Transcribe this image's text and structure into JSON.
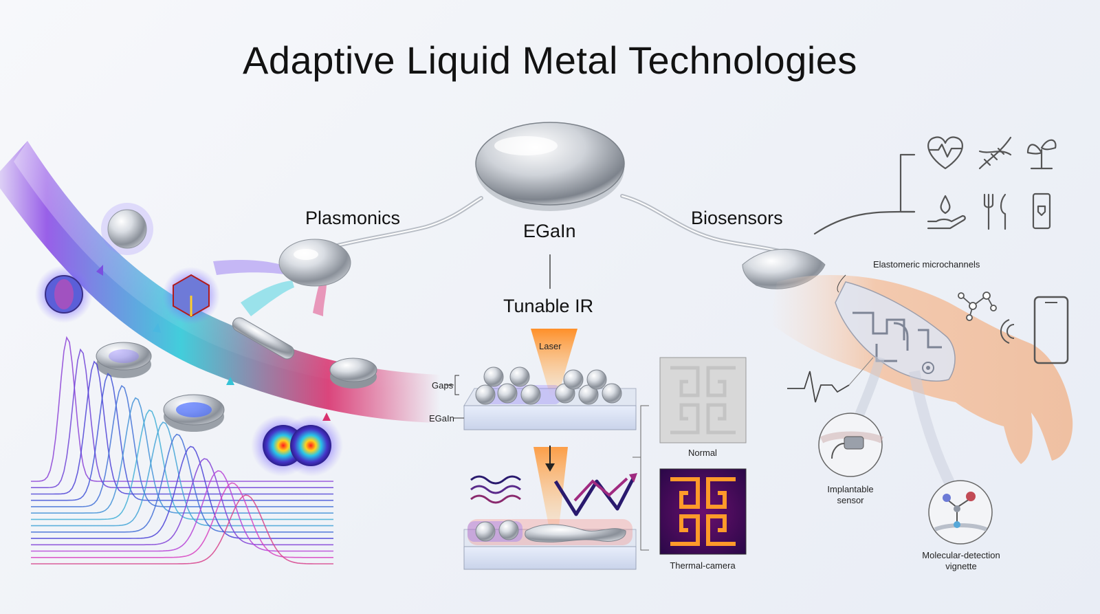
{
  "title": "Adaptive Liquid Metal Technologies",
  "labels": {
    "plasmonics": "Plasmonics",
    "egain_center": "EGaIn",
    "biosensors": "Biosensors",
    "tunable_ir": "Tunable IR",
    "laser": "Laser",
    "gaps": "Gaps",
    "egain_layer": "EGaIn",
    "normal": "Normal",
    "thermal_camera": "Thermal-camera",
    "elastomeric_microchannels": "Elastomeric microchannels",
    "implantable_sensor_line1": "Implantable",
    "implantable_sensor_line2": "sensor",
    "molecular_detection_line1": "Molecular-detection",
    "molecular_detection_line2": "vignette"
  },
  "icons": [
    "heart-pulse-icon",
    "dna-icon",
    "plant-sprout-icon",
    "water-drop-hand-icon",
    "fork-knife-icon",
    "smartphone-sensor-icon"
  ],
  "colors": {
    "band_purple": "#8e4fe6",
    "band_cyan": "#2fc9d8",
    "band_magenta": "#d8326e",
    "laser_orange": "#ff9a3c",
    "thermal_purple": "#3a0a5a",
    "thermal_orange": "#ff9a2a"
  }
}
